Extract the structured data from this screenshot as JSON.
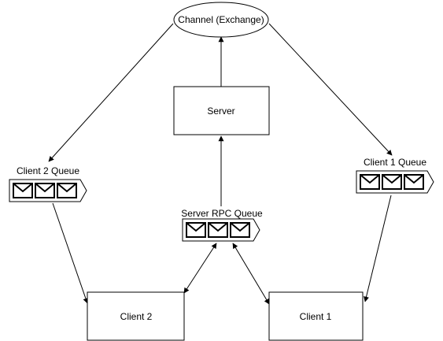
{
  "nodes": {
    "channel": "Channel (Exchange)",
    "server": "Server",
    "client1": "Client 1",
    "client2": "Client 2"
  },
  "queues": {
    "client2_queue": "Client 2 Queue",
    "client1_queue": "Client 1 Queue",
    "server_rpc_queue": "Server RPC Queue"
  },
  "icons": {
    "queue_icon": "message-queue-icon",
    "envelope_icon": "envelope-icon"
  },
  "colors": {
    "stroke": "#000000",
    "background": "#ffffff"
  }
}
